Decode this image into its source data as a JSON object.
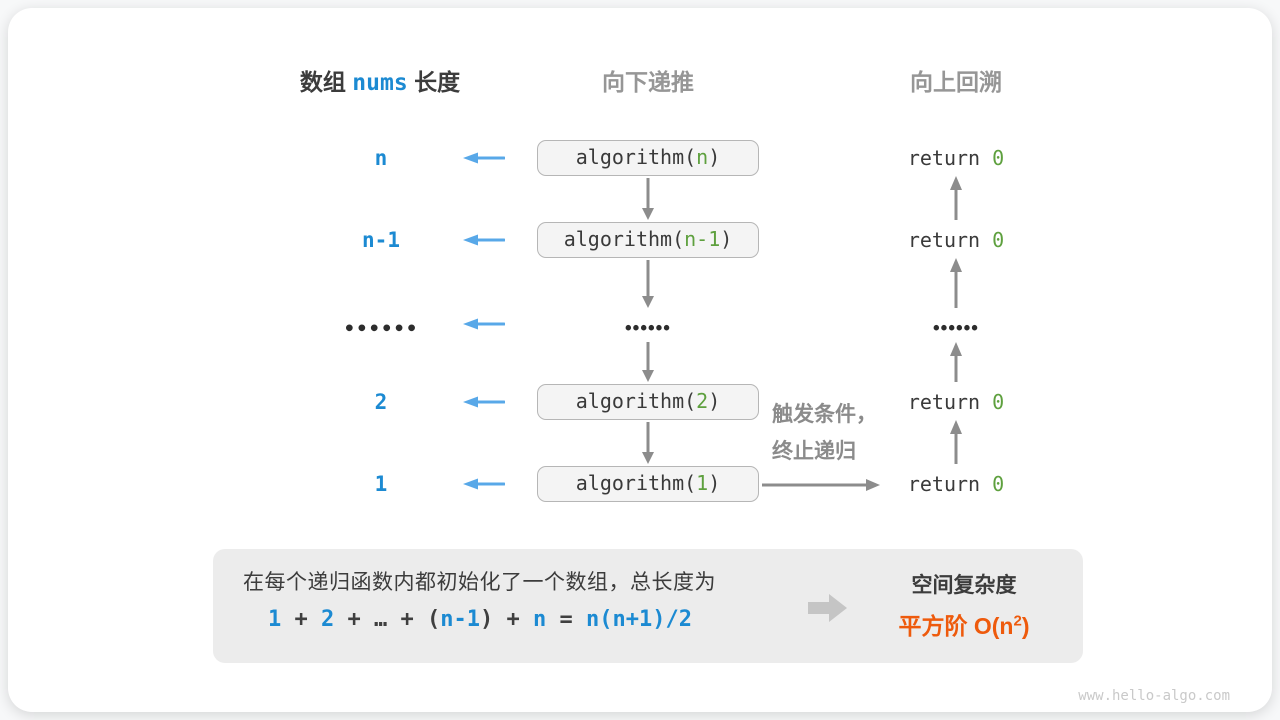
{
  "header": {
    "col1_prefix": "数组 ",
    "col1_code": "nums",
    "col1_suffix": " 长度",
    "col2": "向下递推",
    "col3": "向上回溯"
  },
  "code": {
    "call_prefix": "algorithm(",
    "call_suffix": ")",
    "return_prefix": "return ",
    "return_value": "0"
  },
  "rows": [
    {
      "length": "n",
      "arg": "n"
    },
    {
      "length": "n-1",
      "arg": "n-1"
    },
    {
      "ellipsis": "••••••"
    },
    {
      "length": "2",
      "arg": "2"
    },
    {
      "length": "1",
      "arg": "1"
    }
  ],
  "note": {
    "line1": "触发条件，",
    "line2": "终止递归"
  },
  "summary": {
    "line1": "在每个递归函数内都初始化了一个数组，总长度为",
    "formula": {
      "parts": [
        "1",
        " + ",
        "2",
        " + ",
        "…",
        " + ",
        "(",
        "n-1",
        ")",
        " + ",
        "n",
        " = ",
        "n(n+1)/2"
      ]
    },
    "result_title": "空间复杂度",
    "result_prefix": "平方阶 O(n",
    "result_sup": "2",
    "result_suffix": ")"
  },
  "watermark": "www.hello-algo.com",
  "colors": {
    "text_blue": "#1c8ad2",
    "arrow_blue": "#58a8e8",
    "green": "#5ea03e",
    "orange": "#ee5a0c",
    "header_gray": "#969696",
    "arrow_gray": "#8c8c8c",
    "dark_text": "#3a3a3a",
    "box_fill": "#f4f4f4",
    "box_border": "#b6b6b6",
    "summary_fill": "#ececec"
  }
}
